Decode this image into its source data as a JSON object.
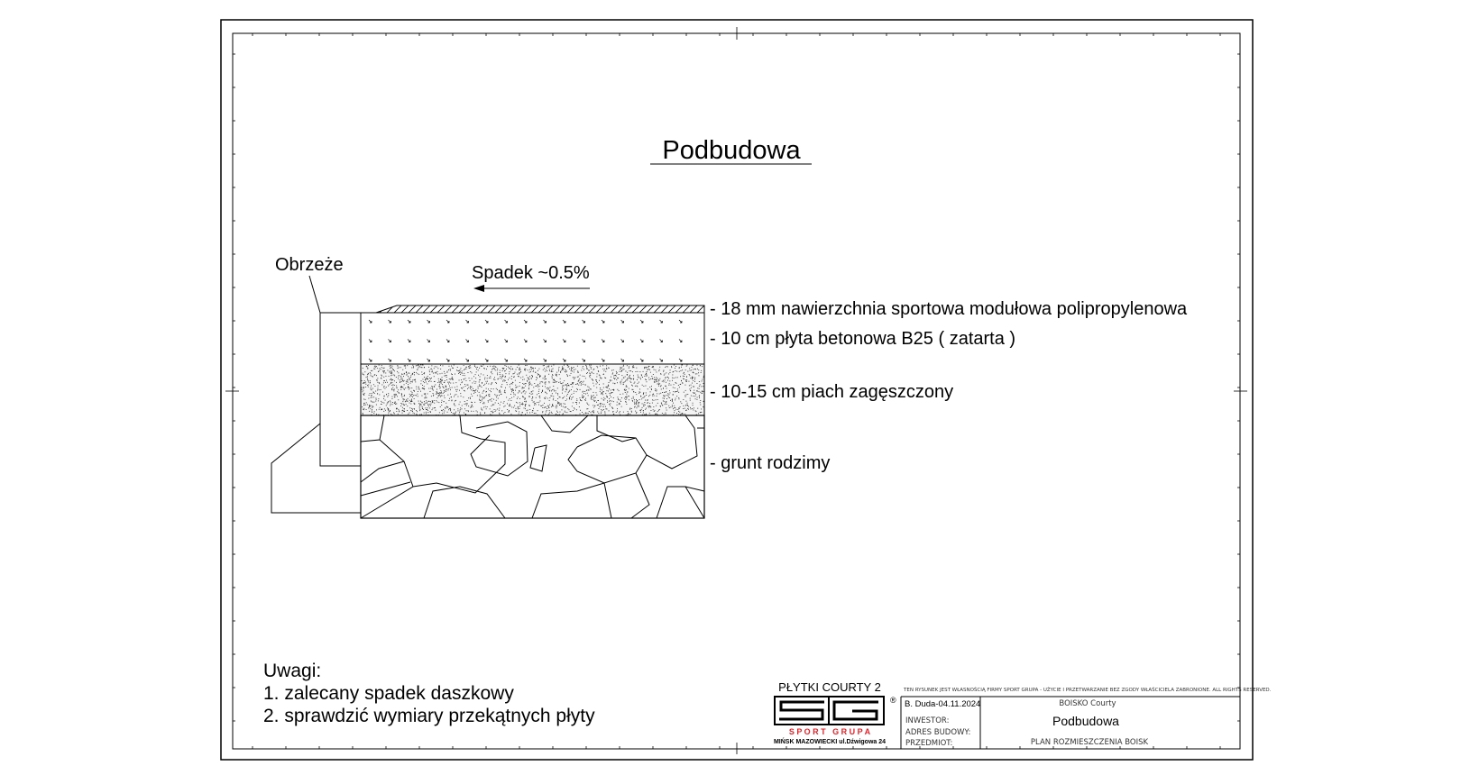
{
  "drawing": {
    "title": "Podbudowa",
    "curb_label": "Obrzeże",
    "slope_label": "Spadek ~0.5%",
    "layers": [
      {
        "label": "- 18 mm nawierzchnia sportowa modułowa polipropylenowa"
      },
      {
        "label": "- 10 cm płyta betonowa B25  ( zatarta )"
      },
      {
        "label": "- 10-15 cm piach zagęszczony"
      },
      {
        "label": "- grunt rodzimy"
      }
    ]
  },
  "notes": {
    "heading": "Uwagi:",
    "items": [
      "1. zalecany spadek daszkowy",
      "2. sprawdzić wymiary przekątnych płyty"
    ]
  },
  "logo": {
    "product": "PŁYTKI COURTY 2",
    "mark": "SG",
    "registered": "®",
    "company": "S P O R T   G R U P A",
    "address": "MIŃSK MAZOWIECKI ul.Dźwigowa 24",
    "accent_color": "#e0242b"
  },
  "title_block": {
    "notice": "TEN RYSUNEK JEST WŁASNOŚCIĄ FIRMY SPORT GRUPA  -  UŻYCIE I PRZETWARZANIE BEZ ZGODY WŁAŚCICIELA ZABRONIONE.  ALL RIGHTS RESERVED.",
    "author_date": "B. Duda-04.11.2024",
    "investor_label": "INWESTOR:",
    "address_label": "ADRES  BUDOWY:",
    "subject_label": "PRZEDMIOT:",
    "project": "BOISKO  Courty",
    "sheet_title": "Podbudowa",
    "plan": "PLAN  ROZMIESZCZENIA  BOISK"
  }
}
